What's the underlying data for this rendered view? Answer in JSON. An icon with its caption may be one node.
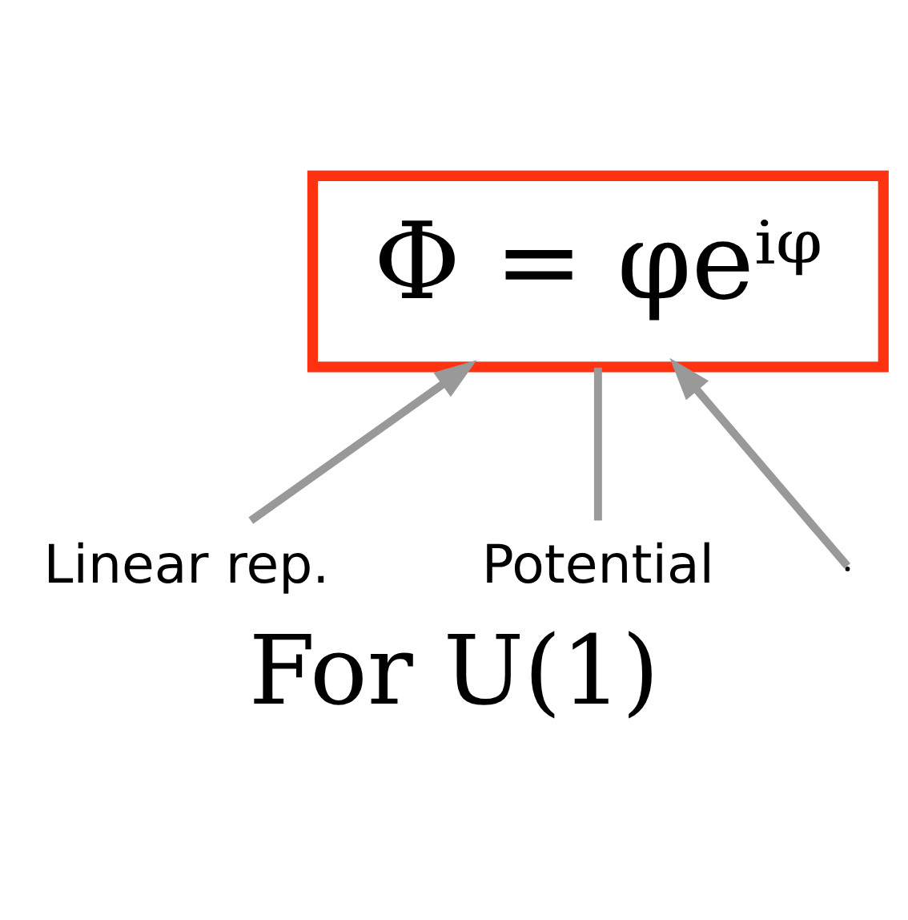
{
  "diagram": {
    "caption": "For U(1)",
    "nodes": [
      {
        "text": [
          "Φ = φeⁱᵠ"
        ]
      },
      {
        "text": [
          "Linear rep."
        ]
      },
      {
        "text": [
          "Potential"
        ]
      }
    ],
    "edges": [
      {
        "from": 1,
        "to": 0,
        "arrow": "to"
      },
      {
        "from": 2,
        "to": 0,
        "arrow": "none"
      },
      {
        "from": null,
        "to": 0,
        "arrow": "to"
      }
    ]
  }
}
